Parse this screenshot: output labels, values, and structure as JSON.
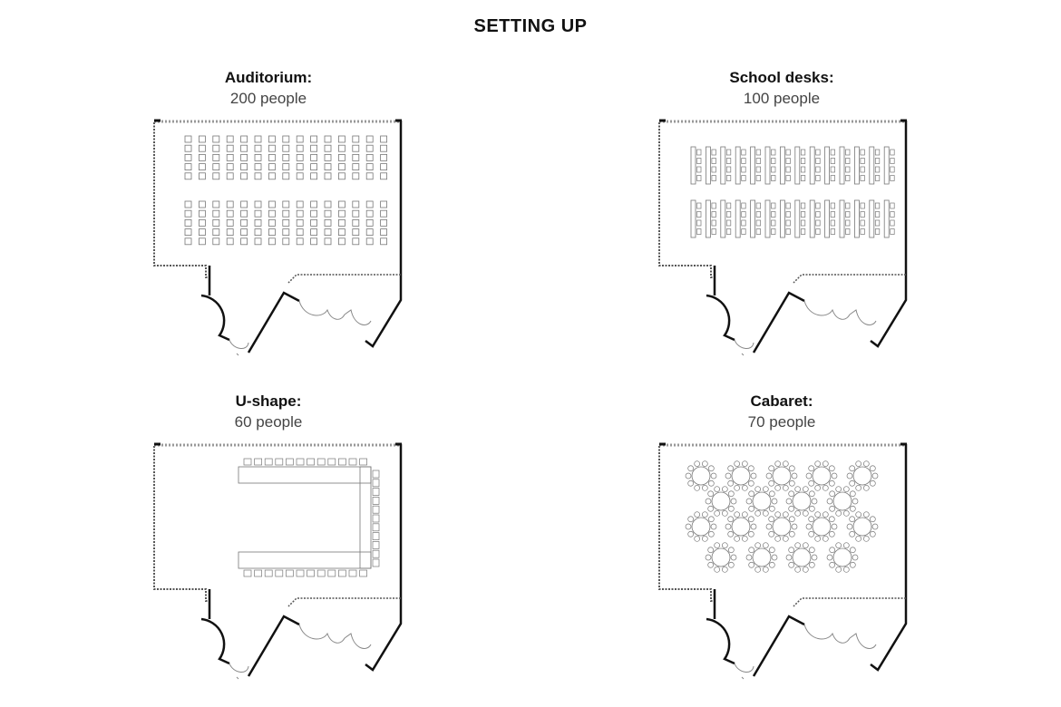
{
  "page": {
    "title": "SETTING UP"
  },
  "layouts": [
    {
      "id": "auditorium",
      "label": "Auditorium:",
      "capacity": "200 people",
      "arrangement": "rows-of-chairs"
    },
    {
      "id": "school-desks",
      "label": "School desks:",
      "capacity": "100 people",
      "arrangement": "desks-with-chairs"
    },
    {
      "id": "u-shape",
      "label": "U-shape:",
      "capacity": "60 people",
      "arrangement": "u-shape-tables"
    },
    {
      "id": "cabaret",
      "label": "Cabaret:",
      "capacity": "70 people",
      "arrangement": "round-tables"
    }
  ],
  "colors": {
    "wall": "#111111",
    "furniture": "#777777",
    "dotted_wall": "#555555"
  }
}
